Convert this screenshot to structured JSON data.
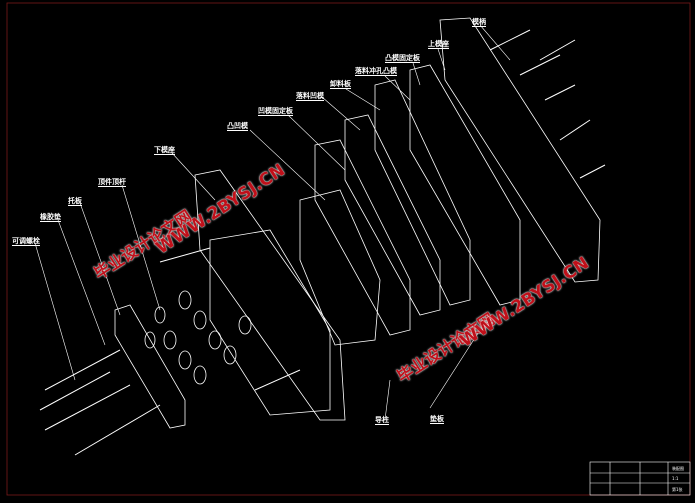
{
  "labels": {
    "adjust_bolt": "可调螺栓",
    "rubber": "橡胶垫",
    "support_plate": "托板",
    "ejector_rod": "顶件顶杆",
    "lower_die_base": "下模座",
    "convex_concave_die": "凸凹模",
    "die_fixing_plate": "凹模固定板",
    "blank_die": "落料凹模",
    "stripper_plate": "卸料板",
    "punch": "落料冲孔凸模",
    "punch_fixing_plate": "凸模固定板",
    "upper_die_base": "上模座",
    "die_handle": "模柄",
    "guide_pin": "导柱",
    "backing_plate": "垫板"
  },
  "watermark": {
    "cn": "毕业设计论文网",
    "url": "WWW.2BYSJ.CN"
  },
  "title_block": {
    "name": "装配图",
    "scale": "1:1",
    "sheet": "第1张"
  },
  "colors": {
    "background": "#000000",
    "lines": "#ffffff",
    "frame": "#7a1a1a",
    "watermark": "#c0101a"
  }
}
